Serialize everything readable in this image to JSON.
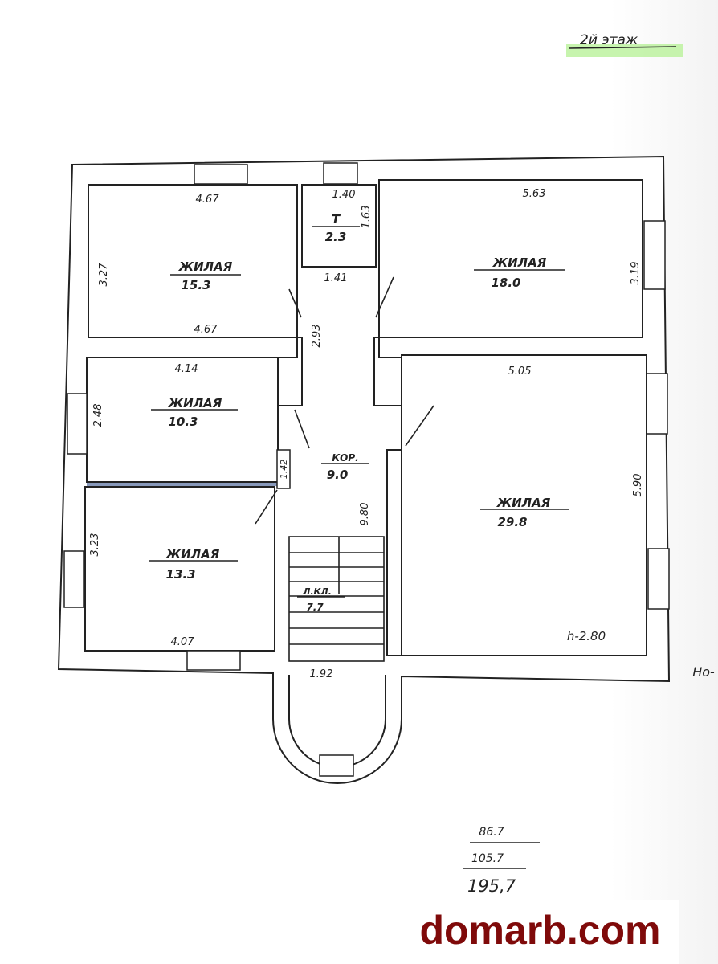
{
  "floor_title": "2й этаж",
  "colors": {
    "ink": "#222222",
    "highlight": "#b9f19a",
    "watermark": "#7f0a0a"
  },
  "rooms": [
    {
      "name": "ЖИЛАЯ",
      "area": "15.3"
    },
    {
      "name": "Т",
      "area": "2.3"
    },
    {
      "name": "ЖИЛАЯ",
      "area": "18.0"
    },
    {
      "name": "ЖИЛАЯ",
      "area": "10.3"
    },
    {
      "name": "КОР.",
      "area": "9.0"
    },
    {
      "name": "ЖИЛАЯ",
      "area": "29.8"
    },
    {
      "name": "ЖИЛАЯ",
      "area": "13.3"
    },
    {
      "name": "Л.КЛ.",
      "area": "7.7"
    }
  ],
  "dimensions": {
    "d1": "4.67",
    "d2": "1.40",
    "d3": "5.63",
    "d4": "3.27",
    "d5": "1.63",
    "d6": "1.41",
    "d7": "3.19",
    "d8": "4.67",
    "d9": "2.93",
    "d10": "4.14",
    "d11": "5.05",
    "d12": "2.48",
    "d13": "1.42",
    "d14": "5.90",
    "d15": "9.80",
    "d16": "3.23",
    "d17": "4.07",
    "d18": "1.92"
  },
  "height_note": "h-2.80",
  "edge_note": "Но-",
  "totals": {
    "living": "86.7",
    "total": "105.7",
    "sum": "195,7"
  },
  "watermark": "domarb.com"
}
